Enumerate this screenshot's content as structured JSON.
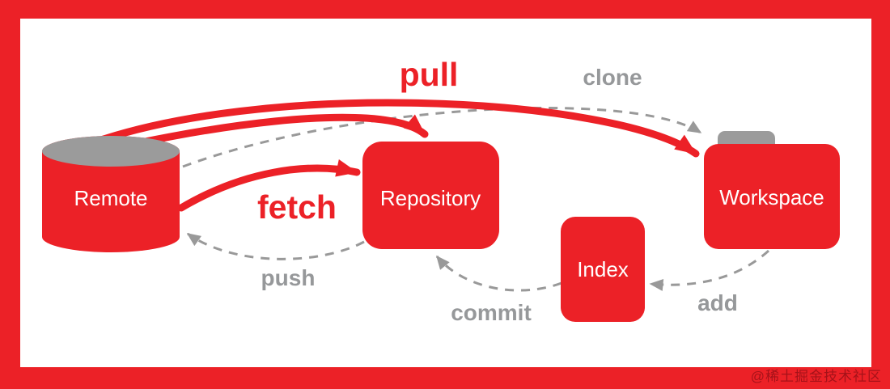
{
  "diagram": {
    "type": "flow-diagram",
    "topic": "git data transport commands",
    "nodes": [
      {
        "id": "remote",
        "label": "Remote",
        "shape": "cylinder"
      },
      {
        "id": "repository",
        "label": "Repository",
        "shape": "rounded-rect"
      },
      {
        "id": "index",
        "label": "Index",
        "shape": "rounded-rect"
      },
      {
        "id": "workspace",
        "label": "Workspace",
        "shape": "folder"
      }
    ],
    "edges": [
      {
        "label": "pull",
        "from": "remote",
        "to": "workspace",
        "style": "solid-red"
      },
      {
        "label": "clone",
        "from": "remote",
        "to": "workspace",
        "style": "dashed-gray"
      },
      {
        "label": "fetch",
        "from": "remote",
        "to": "repository",
        "style": "solid-red"
      },
      {
        "label": "push",
        "from": "repository",
        "to": "remote",
        "style": "dashed-gray"
      },
      {
        "label": "commit",
        "from": "index",
        "to": "repository",
        "style": "dashed-gray"
      },
      {
        "label": "add",
        "from": "workspace",
        "to": "index",
        "style": "dashed-gray"
      }
    ],
    "colors": {
      "frame_red": "#EC2127",
      "node_red": "#EC2127",
      "shape_gray": "#9B9B9B",
      "arrow_gray": "#999999",
      "label_gray": "#96989A",
      "node_text": "#FFFFFF",
      "background": "#FFFFFF"
    }
  },
  "watermark": {
    "text": "@稀土掘金技术社区"
  }
}
